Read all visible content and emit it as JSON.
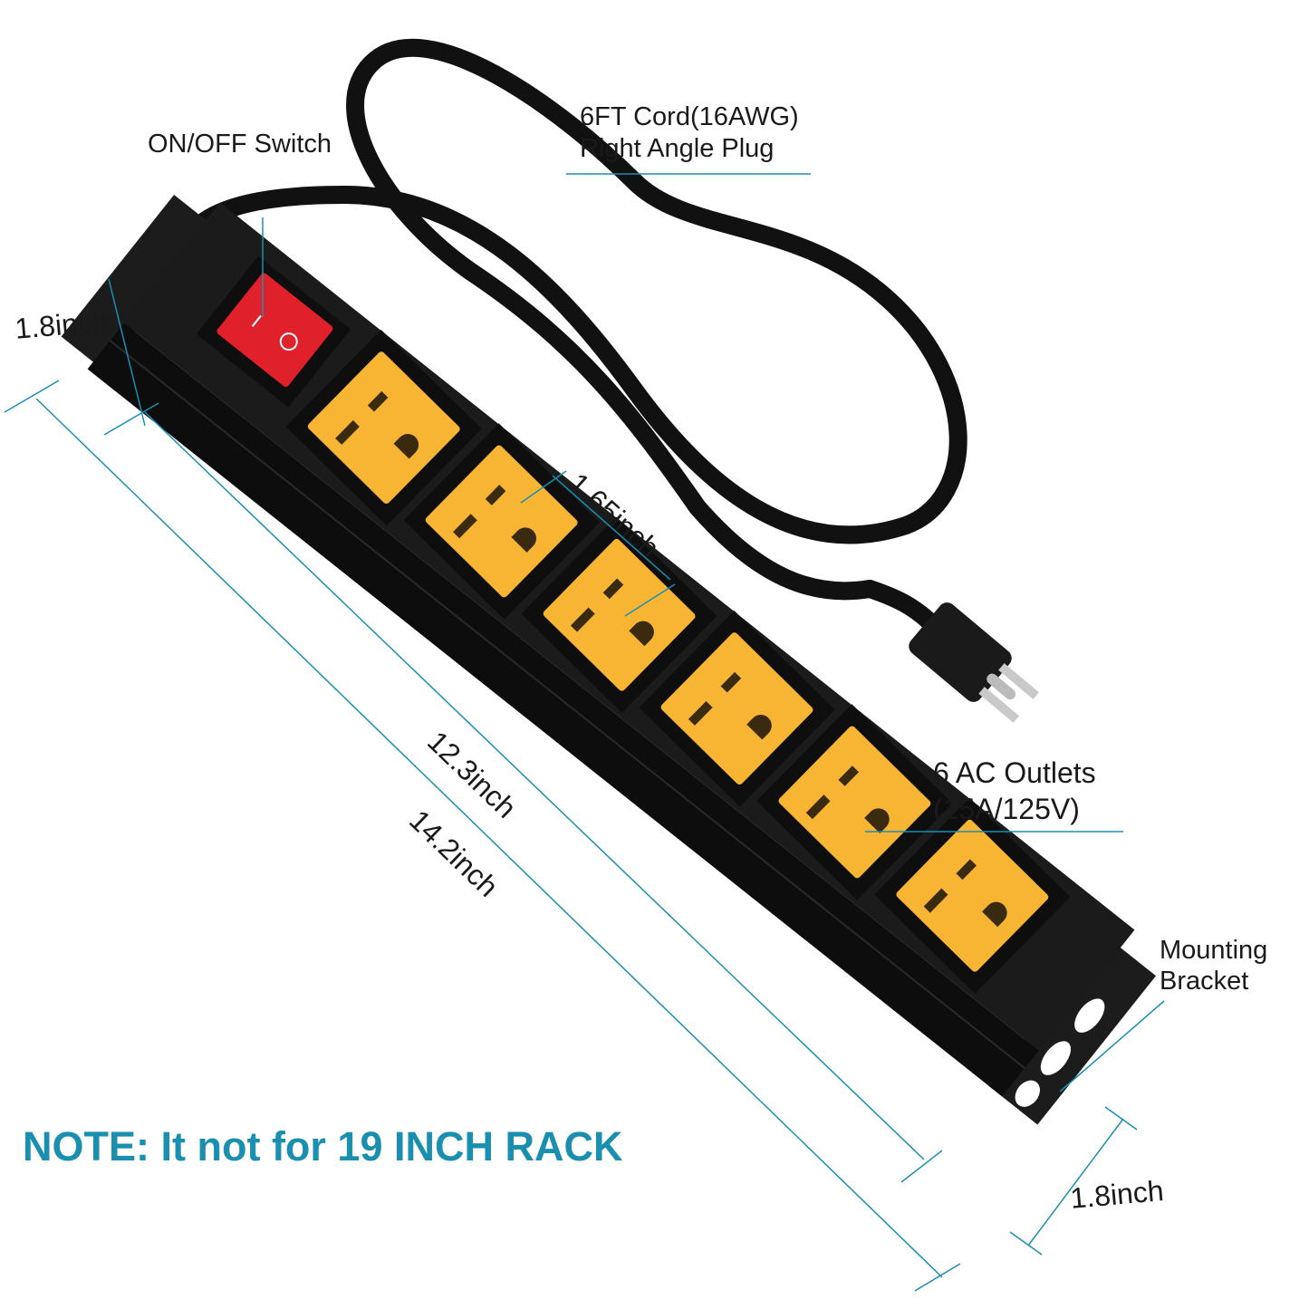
{
  "labels": {
    "switch": "ON/OFF Switch",
    "cord_line1": "6FT Cord(16AWG)",
    "cord_line2": "Right Angle Plug",
    "outlets_line1": "6 AC Outlets",
    "outlets_line2": "(15A/125V)",
    "bracket_line1": "Mounting",
    "bracket_line2": "Bracket"
  },
  "dimensions": {
    "height_left": "1.8inch",
    "outlet_spacing": "1.65inch",
    "body_length": "12.3inch",
    "total_length": "14.2inch",
    "height_right": "1.8inch"
  },
  "note": "NOTE: It not for 19 INCH RACK",
  "colors": {
    "outlet": "#f7b533",
    "switch": "#e0202a",
    "body": "#141414",
    "leader": "#1a8fb0"
  },
  "outlet_count": 6
}
